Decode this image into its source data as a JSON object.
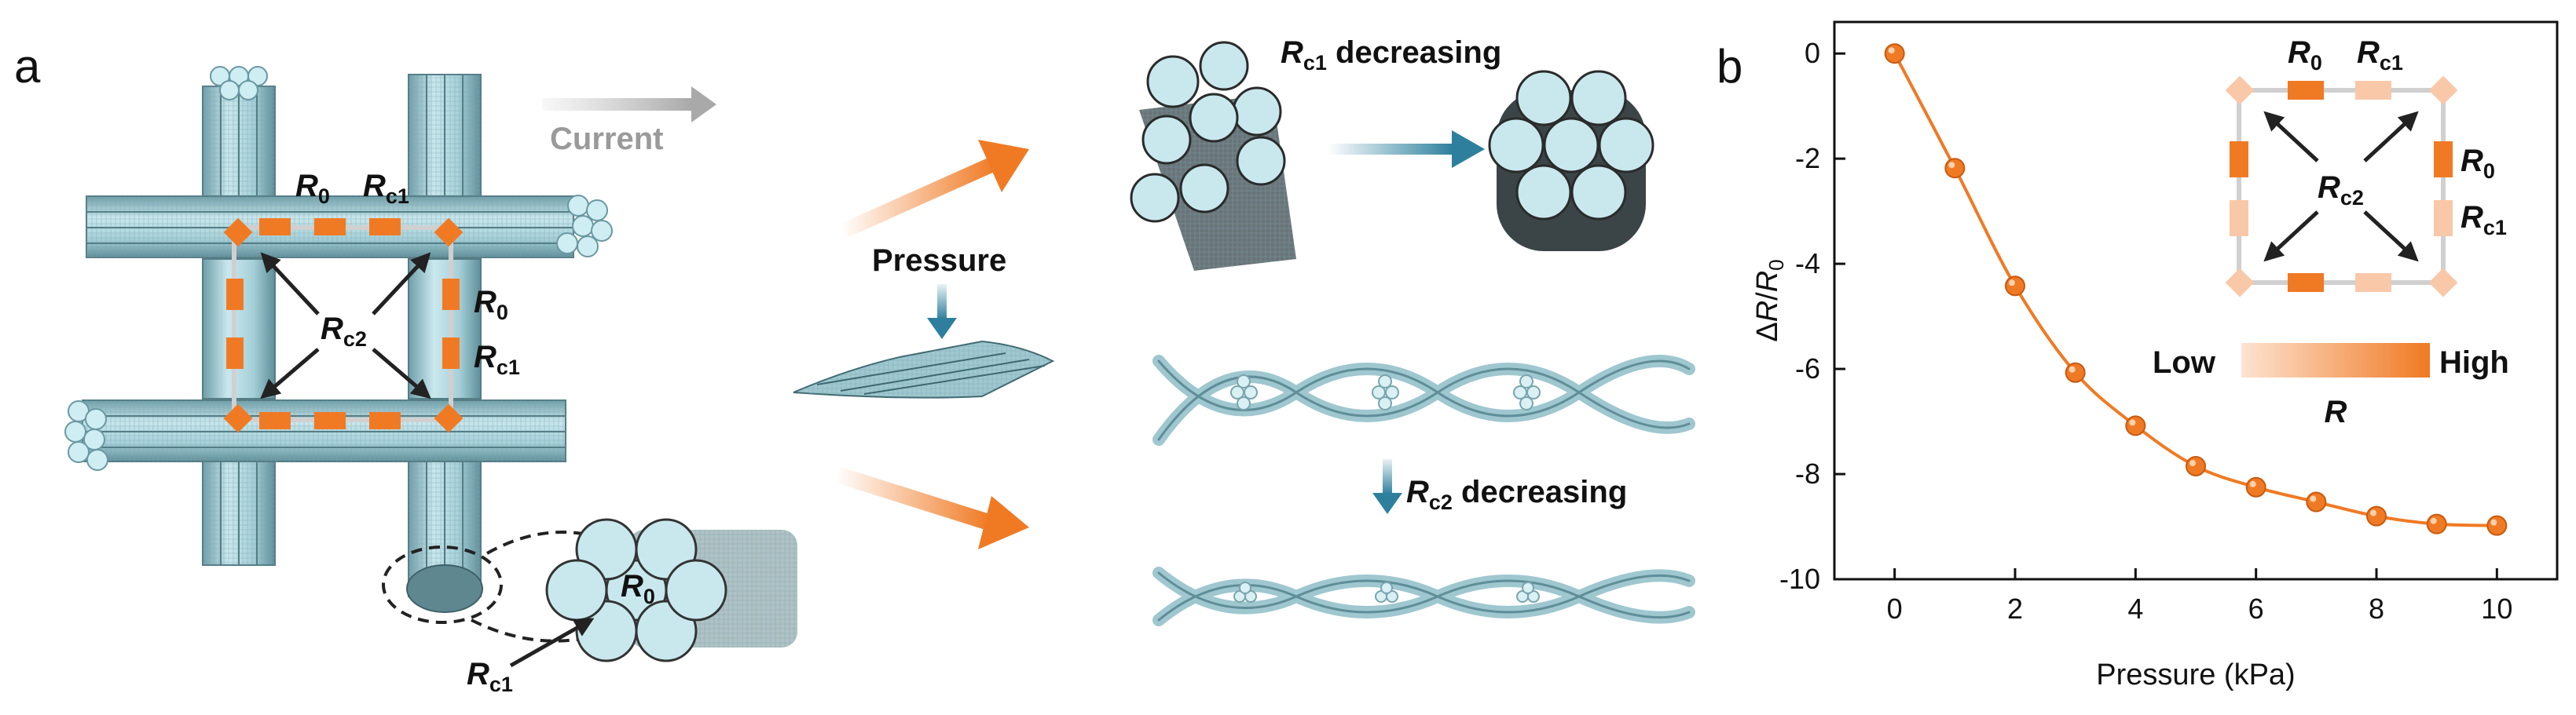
{
  "panel_a": {
    "label": "a",
    "current_label": "Current",
    "pressure_label": "Pressure",
    "r0": {
      "main": "R",
      "sub": "0"
    },
    "rc1": {
      "main": "R",
      "sub": "c1"
    },
    "rc2": {
      "main": "R",
      "sub": "c2"
    },
    "rc1_decreasing": {
      "main": "R",
      "sub": "c1",
      "rest": " decreasing"
    },
    "rc2_decreasing": {
      "main": "R",
      "sub": "c2",
      "rest": " decreasing"
    }
  },
  "panel_b": {
    "label": "b",
    "inset": {
      "low_label": "Low",
      "high_label": "High",
      "scale_label": "R",
      "r0": {
        "main": "R",
        "sub": "0"
      },
      "rc1": {
        "main": "R",
        "sub": "c1"
      },
      "rc2": {
        "main": "R",
        "sub": "c2"
      }
    }
  },
  "colors": {
    "fiber": "#b4dce3",
    "fiber_dark": "#6f9ea8",
    "orange": "#f07a24",
    "orange_light": "#f9c8a8",
    "arrow_blue": "#2d7f9d",
    "gray_frame": "#c8c8c8"
  },
  "chart_data": {
    "type": "line",
    "xlabel": "Pressure (kPa)",
    "ylabel": {
      "delta": "Δ",
      "r": "R",
      "slash": "/",
      "r0": "R",
      "sub": "0"
    },
    "xlim": [
      -1,
      11
    ],
    "ylim": [
      -10,
      0.6
    ],
    "xticks": [
      0,
      2,
      4,
      6,
      8,
      10
    ],
    "yticks": [
      0,
      -2,
      -4,
      -6,
      -8,
      -10
    ],
    "x": [
      0,
      1,
      2,
      3,
      4,
      5,
      6,
      7,
      8,
      9,
      10
    ],
    "series": [
      {
        "values": [
          0,
          -2.18,
          -4.42,
          -6.07,
          -7.08,
          -7.85,
          -8.25,
          -8.53,
          -8.8,
          -8.95,
          -8.98
        ],
        "color": "#f07a24"
      }
    ]
  }
}
